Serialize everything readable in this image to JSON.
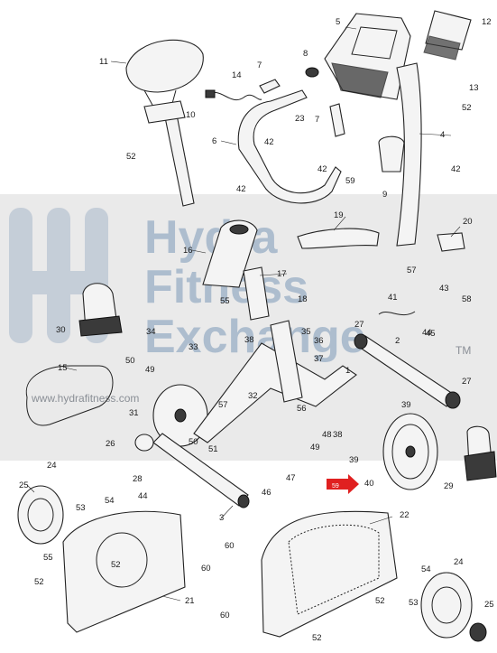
{
  "watermark": {
    "words": [
      "Hydra",
      "Fitness",
      "Exchange"
    ],
    "trademark": "TM",
    "url": "www.hydrafitness.com"
  },
  "callout": {
    "label": "59"
  },
  "colors": {
    "watermark": "#9fb3c8",
    "highlight": "#e02020",
    "band": "#d9d9d9"
  },
  "labels": [
    {
      "id": "l1",
      "text": "1"
    },
    {
      "id": "l2",
      "text": "2"
    },
    {
      "id": "l3",
      "text": "3"
    },
    {
      "id": "l4",
      "text": "4"
    },
    {
      "id": "l5",
      "text": "5"
    },
    {
      "id": "l6",
      "text": "6"
    },
    {
      "id": "l7a",
      "text": "7"
    },
    {
      "id": "l7b",
      "text": "7"
    },
    {
      "id": "l8",
      "text": "8"
    },
    {
      "id": "l9",
      "text": "9"
    },
    {
      "id": "l10",
      "text": "10"
    },
    {
      "id": "l11",
      "text": "11"
    },
    {
      "id": "l12",
      "text": "12"
    },
    {
      "id": "l13",
      "text": "13"
    },
    {
      "id": "l14",
      "text": "14"
    },
    {
      "id": "l15",
      "text": "15"
    },
    {
      "id": "l16",
      "text": "16"
    },
    {
      "id": "l17",
      "text": "17"
    },
    {
      "id": "l18",
      "text": "18"
    },
    {
      "id": "l19",
      "text": "19"
    },
    {
      "id": "l20",
      "text": "20"
    },
    {
      "id": "l21",
      "text": "21"
    },
    {
      "id": "l22",
      "text": "22"
    },
    {
      "id": "l23",
      "text": "23"
    },
    {
      "id": "l24a",
      "text": "24"
    },
    {
      "id": "l24b",
      "text": "24"
    },
    {
      "id": "l25a",
      "text": "25"
    },
    {
      "id": "l25b",
      "text": "25"
    },
    {
      "id": "l26",
      "text": "26"
    },
    {
      "id": "l27a",
      "text": "27"
    },
    {
      "id": "l27b",
      "text": "27"
    },
    {
      "id": "l28",
      "text": "28"
    },
    {
      "id": "l29",
      "text": "29"
    },
    {
      "id": "l30",
      "text": "30"
    },
    {
      "id": "l31",
      "text": "31"
    },
    {
      "id": "l32",
      "text": "32"
    },
    {
      "id": "l33",
      "text": "33"
    },
    {
      "id": "l34",
      "text": "34"
    },
    {
      "id": "l35",
      "text": "35"
    },
    {
      "id": "l36",
      "text": "36"
    },
    {
      "id": "l37",
      "text": "37"
    },
    {
      "id": "l38a",
      "text": "38"
    },
    {
      "id": "l38b",
      "text": "38"
    },
    {
      "id": "l39a",
      "text": "39"
    },
    {
      "id": "l39b",
      "text": "39"
    },
    {
      "id": "l40",
      "text": "40"
    },
    {
      "id": "l41",
      "text": "41"
    },
    {
      "id": "l42a",
      "text": "42"
    },
    {
      "id": "l42b",
      "text": "42"
    },
    {
      "id": "l42c",
      "text": "42"
    },
    {
      "id": "l42d",
      "text": "42"
    },
    {
      "id": "l43",
      "text": "43"
    },
    {
      "id": "l44a",
      "text": "44"
    },
    {
      "id": "l44b",
      "text": "44"
    },
    {
      "id": "l45",
      "text": "45"
    },
    {
      "id": "l46",
      "text": "46"
    },
    {
      "id": "l47",
      "text": "47"
    },
    {
      "id": "l48",
      "text": "48"
    },
    {
      "id": "l49a",
      "text": "49"
    },
    {
      "id": "l49b",
      "text": "49"
    },
    {
      "id": "l50a",
      "text": "50"
    },
    {
      "id": "l50b",
      "text": "50"
    },
    {
      "id": "l51",
      "text": "51"
    },
    {
      "id": "l52a",
      "text": "52"
    },
    {
      "id": "l52b",
      "text": "52"
    },
    {
      "id": "l52c",
      "text": "52"
    },
    {
      "id": "l52d",
      "text": "52"
    },
    {
      "id": "l52e",
      "text": "52"
    },
    {
      "id": "l52f",
      "text": "52"
    },
    {
      "id": "l53a",
      "text": "53"
    },
    {
      "id": "l53b",
      "text": "53"
    },
    {
      "id": "l54a",
      "text": "54"
    },
    {
      "id": "l54b",
      "text": "54"
    },
    {
      "id": "l55a",
      "text": "55"
    },
    {
      "id": "l55b",
      "text": "55"
    },
    {
      "id": "l56",
      "text": "56"
    },
    {
      "id": "l57a",
      "text": "57"
    },
    {
      "id": "l57b",
      "text": "57"
    },
    {
      "id": "l58",
      "text": "58"
    },
    {
      "id": "l59",
      "text": "59"
    },
    {
      "id": "l60a",
      "text": "60"
    },
    {
      "id": "l60b",
      "text": "60"
    },
    {
      "id": "l60c",
      "text": "60"
    }
  ]
}
